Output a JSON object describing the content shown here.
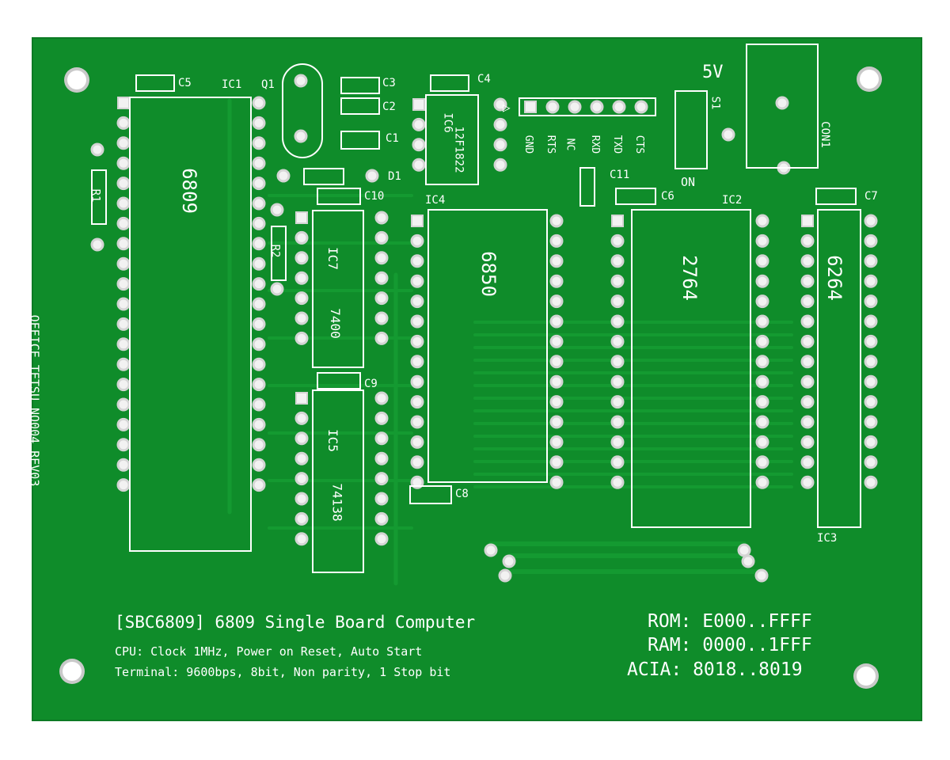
{
  "board": {
    "colors": {
      "solder_mask": "#0f8c2a",
      "trace": "#149a31",
      "silkscreen": "#ffffff",
      "pad": "#d4d4d4",
      "background": "#ffffff"
    },
    "title": "[SBC6809] 6809 Single Board Computer",
    "cpu_note": "CPU: Clock 1MHz, Power on Reset, Auto Start",
    "terminal_note": "Terminal: 9600bps, 8bit, Non parity, 1 Stop bit",
    "memory_map": {
      "rom": "ROM: E000..FFFF",
      "ram": "RAM: 0000..1FFF",
      "acia": "ACIA: 8018..8019"
    },
    "vendor_mark": "OFFICE TETSU NO004 REV03",
    "power_label": "5V",
    "switch_label": "S1",
    "switch_on_label": "ON",
    "connector_label": "CON1",
    "header_pins": [
      "GND",
      "RTS",
      "NC",
      "RXD",
      "TXD",
      "CTS"
    ]
  },
  "chips": {
    "ic1": {
      "ref": "IC1",
      "part": "6809"
    },
    "ic2": {
      "ref": "IC2",
      "part": "2764"
    },
    "ic3": {
      "ref": "IC3",
      "part": "6264"
    },
    "ic4": {
      "ref": "IC4",
      "part": "6850"
    },
    "ic5": {
      "ref": "IC5",
      "part": "74138"
    },
    "ic6": {
      "ref": "IC6",
      "part": "12F1822"
    },
    "ic7": {
      "ref": "IC7",
      "part": "7400"
    }
  },
  "passives": {
    "q1": "Q1",
    "d1": "D1",
    "r1": "R1",
    "r2": "R2",
    "c1": "C1",
    "c2": "C2",
    "c3": "C3",
    "c4": "C4",
    "c5": "C5",
    "c6": "C6",
    "c7": "C7",
    "c8": "C8",
    "c9": "C9",
    "c10": "C10",
    "c11": "C11"
  }
}
